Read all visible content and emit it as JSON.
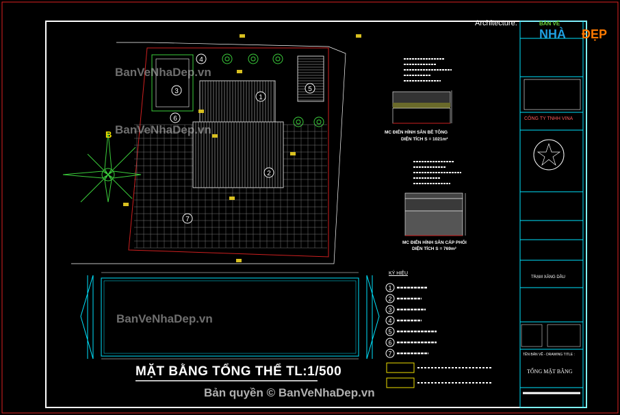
{
  "drawing": {
    "title": "MẶT BẰNG TỔNG THỂ TL:1/500",
    "stamp": "Architecture.",
    "copyright": "Bản quyền © BanVeNhaDep.vn",
    "watermarks": [
      "BanVeNhaDep.vn",
      "BanVeNhaDep.vn",
      "BanVeNhaDep.vn"
    ],
    "compass_letter": "B"
  },
  "logo": {
    "top": "BẢN VẼ",
    "mid": "NHÀ",
    "right": "ĐẸP"
  },
  "sections": [
    {
      "label": "MC ĐIỂN HÌNH SÂN BÊ TÔNG",
      "area": "DIỆN TÍCH S = 1021m²"
    },
    {
      "label": "MC ĐIỂN HÌNH SÂN CẤP PHỐI",
      "area": "DIỆN TÍCH S = 769m²"
    }
  ],
  "legend": {
    "heading": "KÝ HIỆU",
    "numbers": [
      "1",
      "2",
      "3",
      "4",
      "5",
      "6",
      "7"
    ]
  },
  "plan_markers": [
    "1",
    "2",
    "3",
    "4",
    "5",
    "6",
    "7"
  ],
  "title_block": {
    "company": "CÔNG TY TNHH VINA",
    "project": "TRẠM XĂNG DẦU",
    "sheet_title_label": "TÊN BẢN VẼ - DRAWING TITLE :",
    "sheet_title": "TỔNG MẶT BẰNG"
  },
  "colors": {
    "frame": "#ffffff",
    "border_red": "#e02020",
    "cyan": "#00e5ff",
    "grid": "#8a8a8a",
    "compass": "#3ccf3c",
    "red_line": "#d02020"
  }
}
